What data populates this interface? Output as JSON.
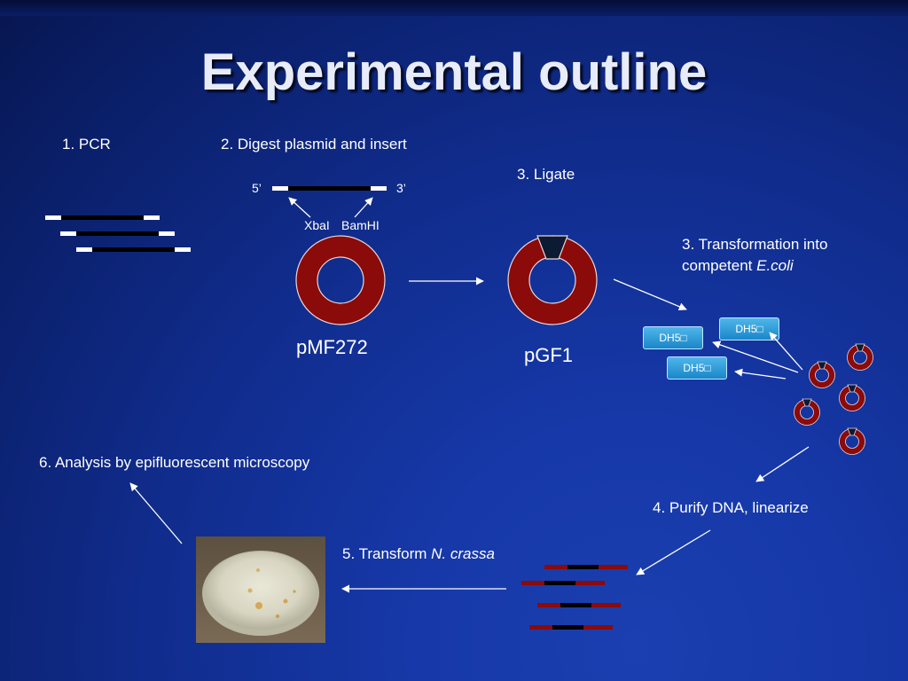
{
  "slide": {
    "title": "Experimental outline",
    "steps": {
      "pcr": "1. PCR",
      "digest": "2. Digest plasmid and insert",
      "ligate": "3. Ligate",
      "transformation_line1": "3. Transformation into",
      "transformation_line2_prefix": "competent ",
      "transformation_line2_italic": "E.coli",
      "purify": "4. Purify DNA, linearize",
      "transform_prefix": "5. Transform ",
      "transform_italic": "N. crassa",
      "analysis": "6. Analysis by epifluorescent microscopy"
    },
    "insert_labels": {
      "five_prime": "5’",
      "three_prime": "3’",
      "xbai": "XbaI",
      "bamhi": "BamHI"
    },
    "plasmids": {
      "pmf272": "pMF272",
      "pgf1": "pGF1"
    },
    "strain_boxes": [
      "DH5",
      "DH5",
      "DH5"
    ],
    "colors": {
      "plasmid_ring": "#8b0a0a",
      "plasmid_insert": "#0d1a33",
      "dna_linear_end": "#8b0a0a",
      "background": "#102c8c",
      "arrow": "#ffffff"
    }
  }
}
